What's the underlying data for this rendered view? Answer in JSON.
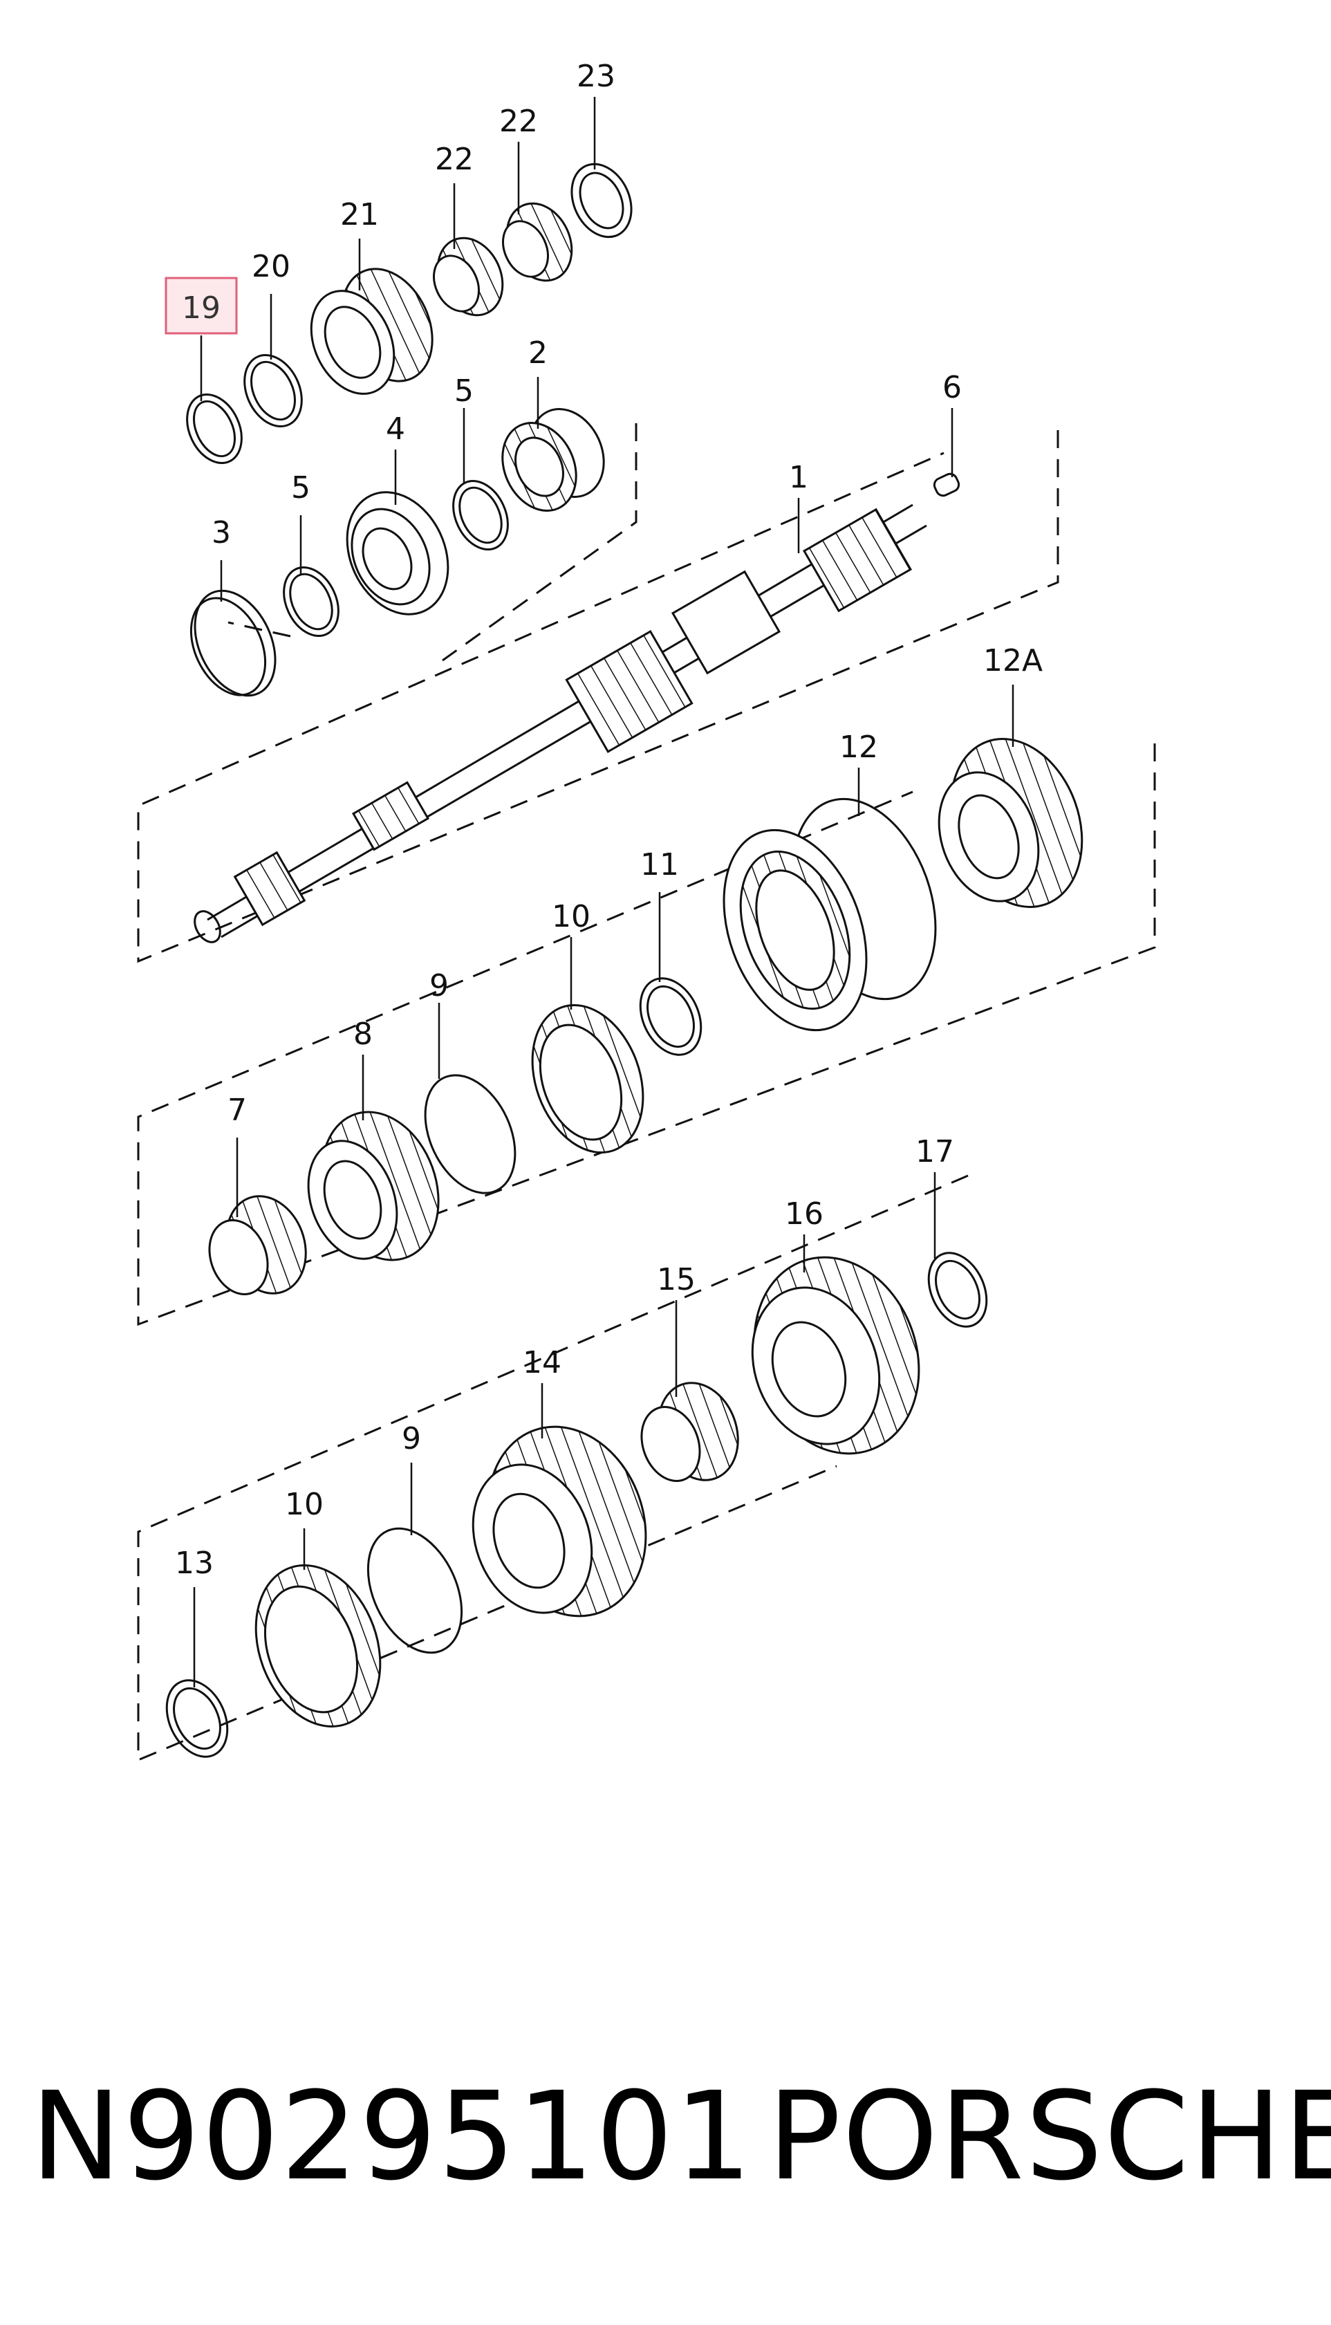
{
  "diagram": {
    "callouts": {
      "c1": "1",
      "c2": "2",
      "c3": "3",
      "c4": "4",
      "c5a": "5",
      "c5b": "5",
      "c6": "6",
      "c7": "7",
      "c8": "8",
      "c9a": "9",
      "c9b": "9",
      "c10a": "10",
      "c10b": "10",
      "c11": "11",
      "c12": "12",
      "c12a": "12A",
      "c13": "13",
      "c14": "14",
      "c15": "15",
      "c16": "16",
      "c17": "17",
      "c19": "19",
      "c20": "20",
      "c21": "21",
      "c22a": "22",
      "c22b": "22",
      "c23": "23"
    },
    "highlighted_callout": "19",
    "colors": {
      "line": "#111111",
      "highlight_border": "#e0607a",
      "highlight_fill": "#fde8ec"
    }
  },
  "footer": {
    "part_number": "N90295101",
    "brand": "PORSCHE"
  }
}
